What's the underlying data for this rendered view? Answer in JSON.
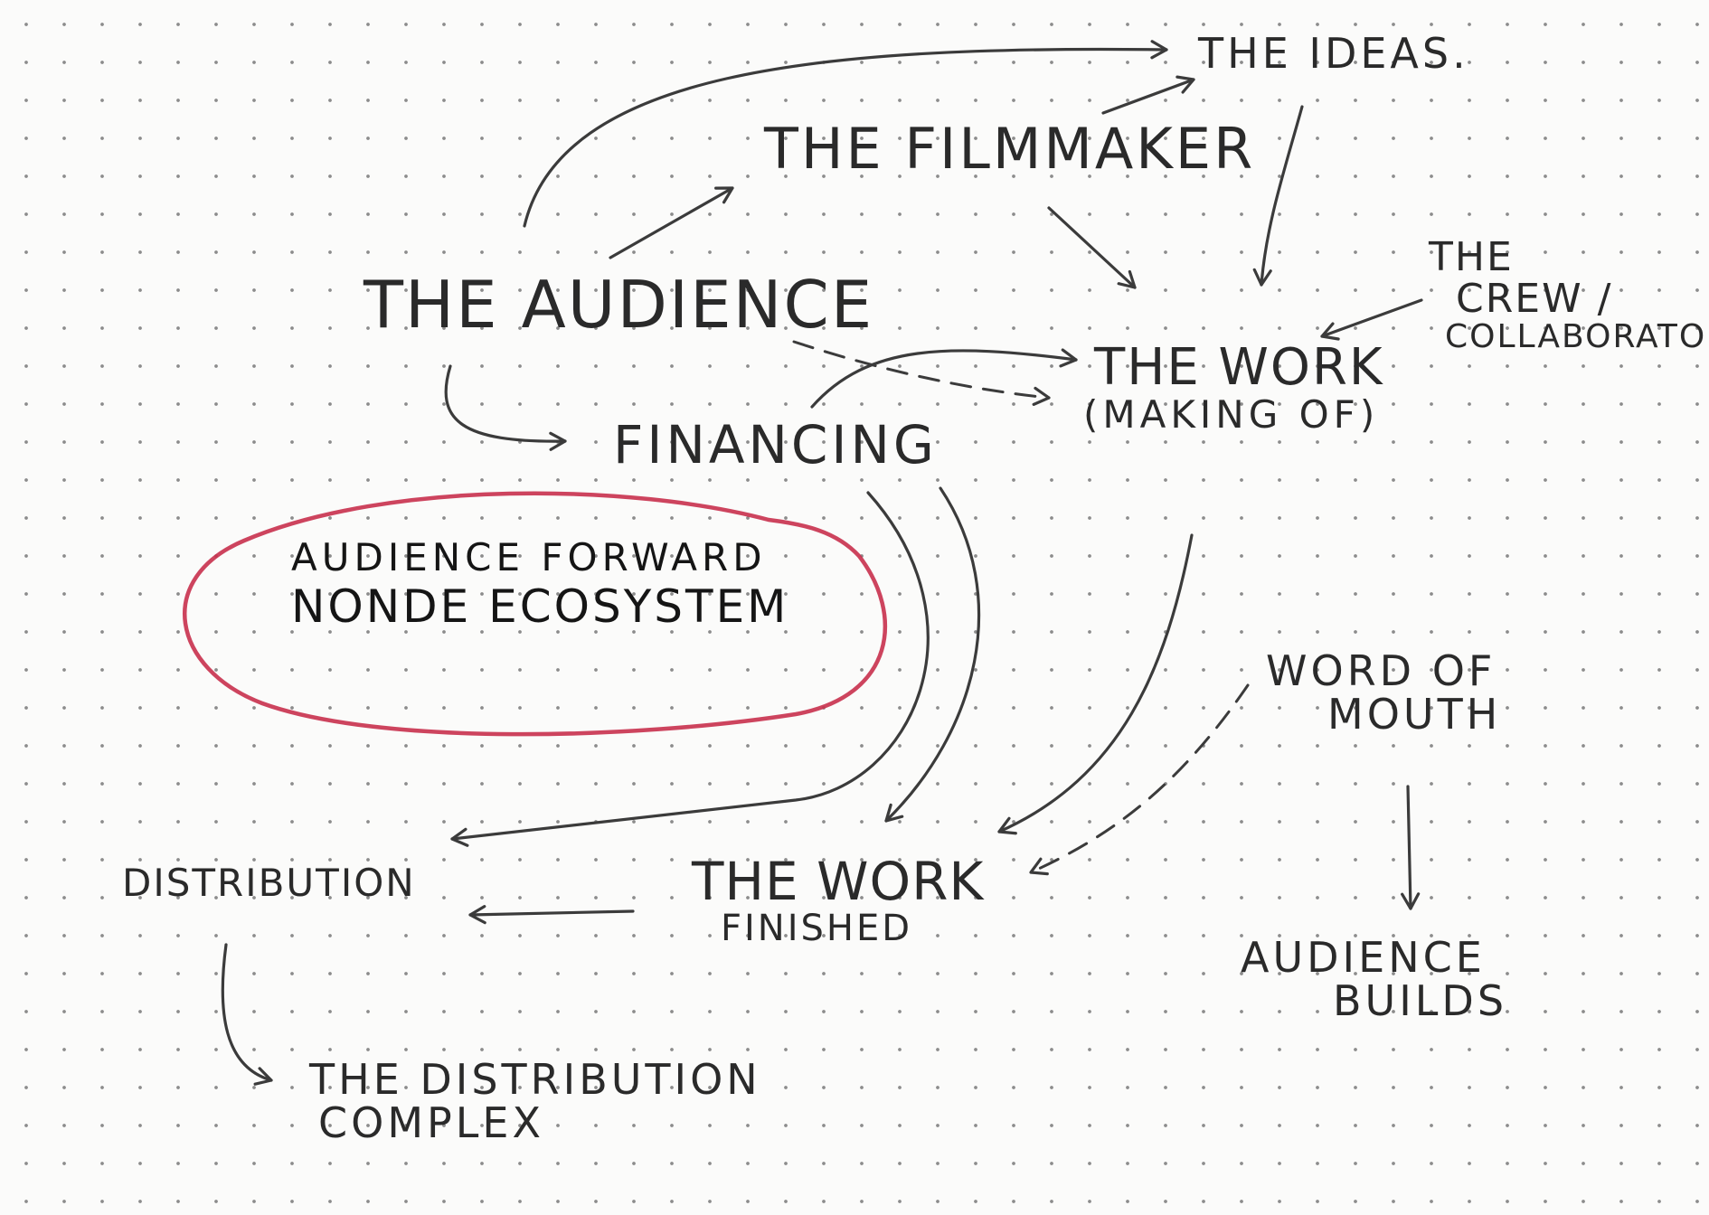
{
  "nodes": {
    "ideas": "The Ideas.",
    "filmmaker": "The Filmmaker",
    "audience": "The Audience",
    "crew_line1": "The",
    "crew_line2": "Crew /",
    "crew_line3": "Collaborators",
    "work_line1": "The Work",
    "work_line2": "(Making of)",
    "financing": "Financing",
    "ecosystem_line1": "Audience Forward",
    "ecosystem_line2": "NonDE Ecosystem",
    "word_line1": "Word of",
    "word_line2": "Mouth",
    "distribution": "Distribution",
    "finished_line1": "The Work",
    "finished_line2": "Finished",
    "builds_line1": "Audience",
    "builds_line2": "Builds",
    "complex_line1": "The Distribution",
    "complex_line2": "Complex"
  },
  "colors": {
    "ink": "#2a2a2a",
    "highlight": "#c8304c",
    "paper": "#fbfbfa"
  }
}
